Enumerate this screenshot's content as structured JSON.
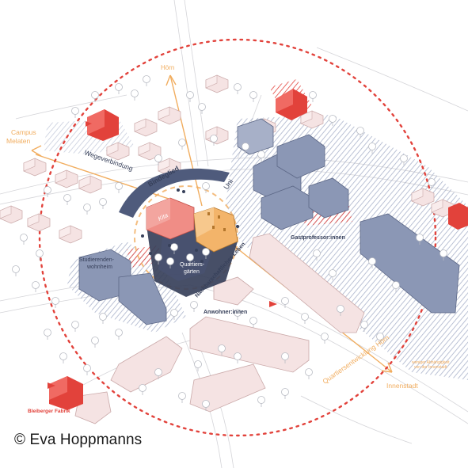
{
  "labels": {
    "horn": "Hörn",
    "campus": "Campus\nMelaten",
    "wegeverbindung": "Wegeverbindung",
    "bindeglied": "Bindeglied",
    "uni": "Uni",
    "kita": "Kita",
    "gastprofessor": "Gastprofessor:innen",
    "studierenden": "Studierenden-\nwohnheim",
    "quartiersgarten": "Quartiers-\ngärten",
    "nachbarschaft": "Nachbarschaftliches Leben",
    "anwohner": "Anwohner:innen",
    "weniger": "weniger Abhängigkeit\nvon der Innenstadt",
    "innenstadt": "Innenstadt",
    "quartiersentwicklung": "Quartiersentwicklung Hörn",
    "bleiberger": "Bleiberger Fabrik"
  },
  "credit": "© Eva Hoppmanns",
  "colors": {
    "red": "#e2423b",
    "blue": "#8b97b5",
    "orange": "#f1ad5f",
    "pink": "#f3dcdc",
    "dark": "#37405a"
  }
}
